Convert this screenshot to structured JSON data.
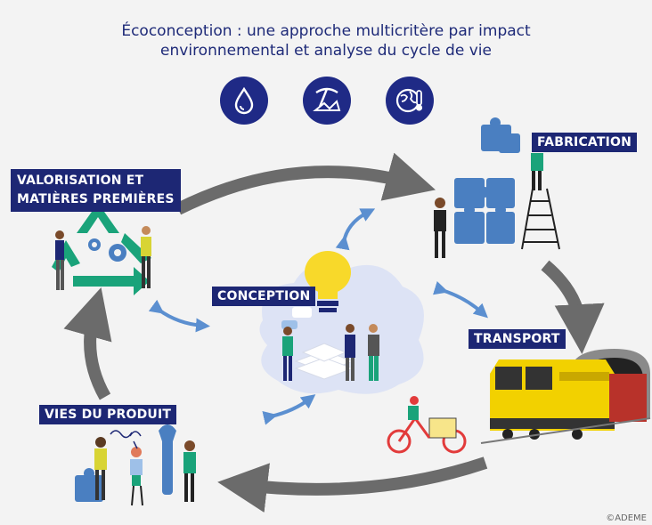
{
  "title": {
    "line1": "Écoconception : une approche multicritère par impact",
    "line2": "environnemental et analyse du cycle de vie"
  },
  "impact_icons": [
    "water-drop-icon",
    "mining-pickaxe-icon",
    "globe-thermometer-icon"
  ],
  "stages": {
    "fabrication": "FABRICATION",
    "transport": "TRANSPORT",
    "vies": "VIES DU PRODUIT",
    "valorisation_line1": "VALORISATION ET",
    "valorisation_line2": "MATIÈRES PREMIÈRES",
    "conception": "CONCEPTION"
  },
  "copyright": "©ADEME",
  "colors": {
    "navy": "#1d2774",
    "arrow_gray": "#6b6b6b",
    "blue_arrow": "#5b8fd0",
    "teal": "#1aa37a",
    "puzzle_blue": "#4a7fc1",
    "train_yellow": "#f2d100"
  }
}
